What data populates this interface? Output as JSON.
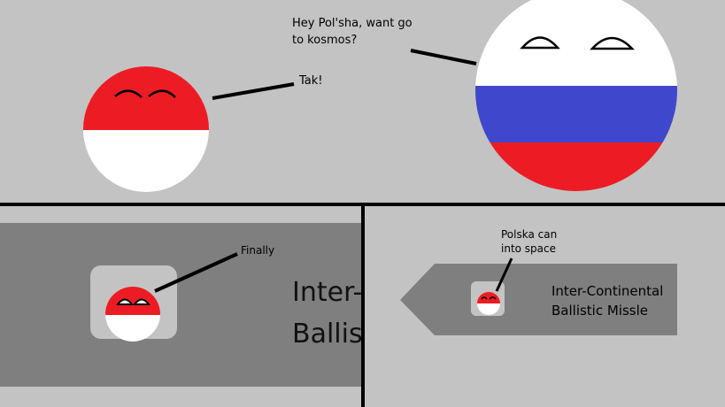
{
  "panel_top": {
    "speech_russia_line1": "Hey Pol'sha, want go",
    "speech_russia_line2": "to kosmos?",
    "speech_poland": "Tak!"
  },
  "panel_bottom_left": {
    "speech_poland": "Finally",
    "missile_label_line1": "Inter-Continental",
    "missile_label_line2": "Ballistic Missle"
  },
  "panel_bottom_right": {
    "speech_poland_line1": "Polska can",
    "speech_poland_line2": "into space",
    "missile_label_line1": "Inter-Continental",
    "missile_label_line2": "Ballistic Missle"
  },
  "colors": {
    "background": "#c3c3c3",
    "missile_gray": "#7f7f7f",
    "window_gray": "#c3c3c3",
    "poland_red": "#ed1c24",
    "russia_blue": "#3f48cc",
    "white": "#ffffff",
    "border": "#000000"
  }
}
